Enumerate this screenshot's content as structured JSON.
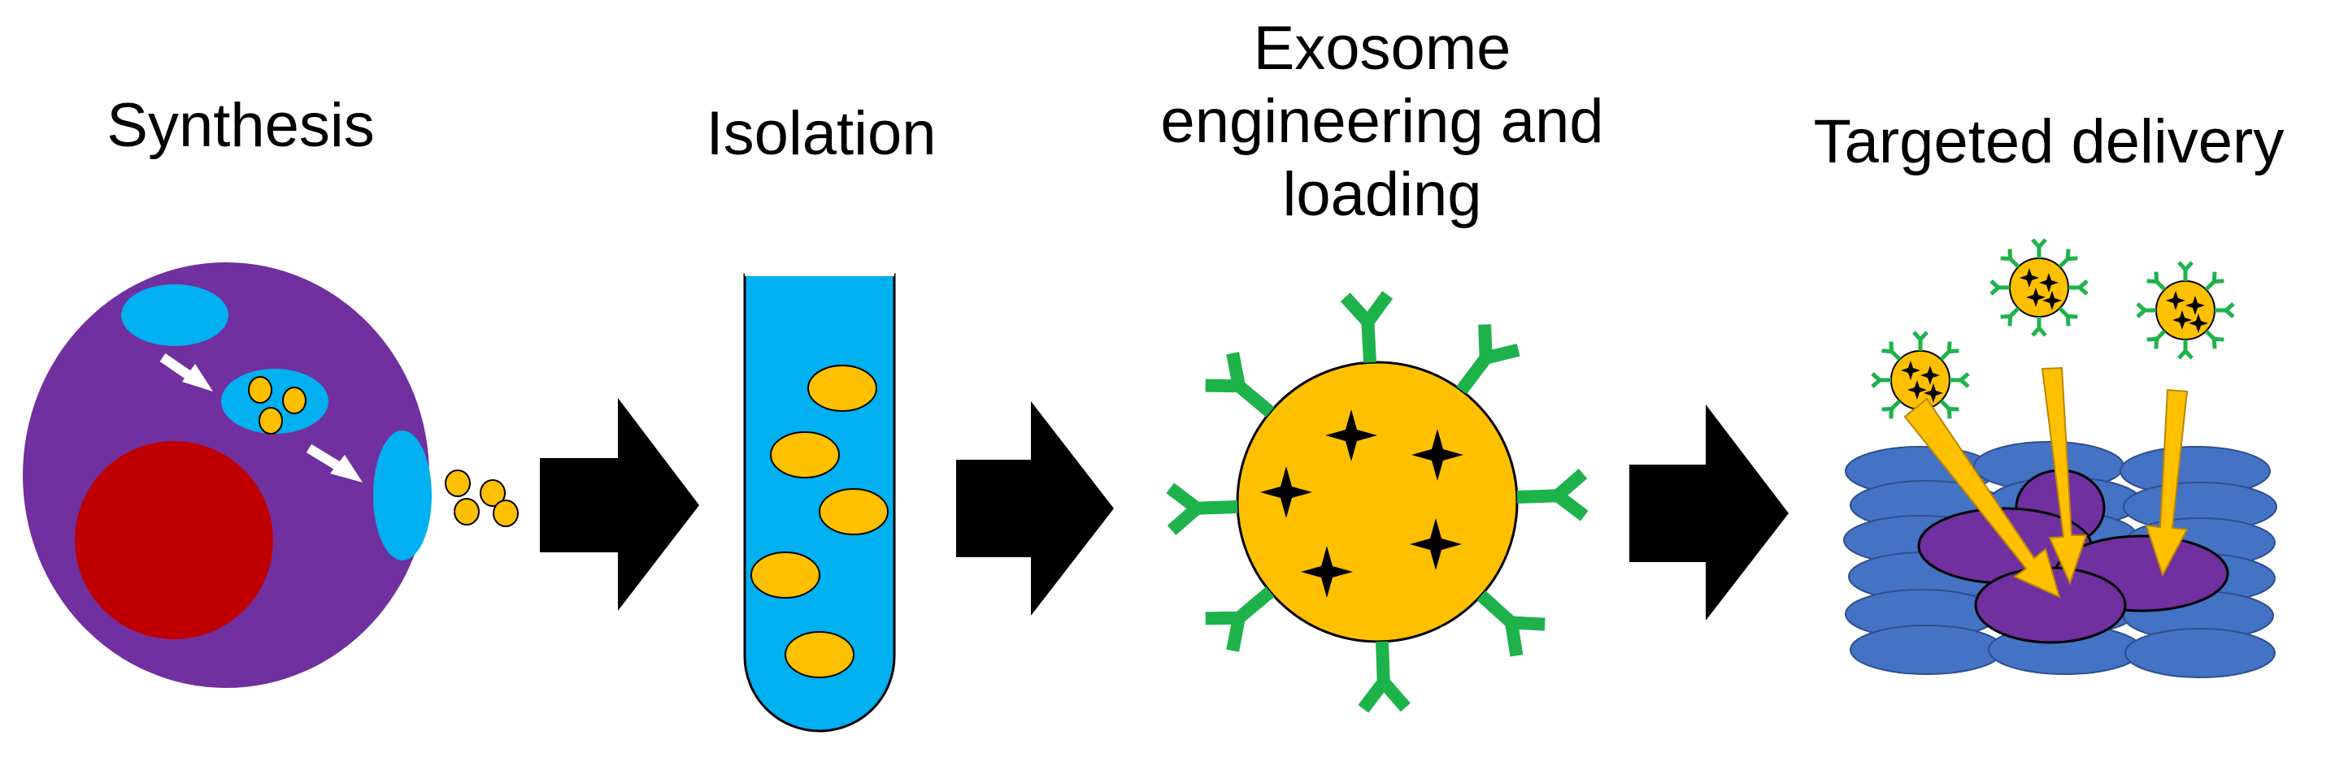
{
  "steps": [
    {
      "title": "Synthesis"
    },
    {
      "title": "Isolation"
    },
    {
      "title": "Exosome\nengineering and\nloading"
    },
    {
      "title": "Targeted delivery"
    }
  ],
  "colors": {
    "cell": "#7030a0",
    "nucleus": "#c00000",
    "endosome": "#00b0f0",
    "exosome": "#ffc000",
    "antibody": "#1db34a",
    "cargo": "#000000",
    "tissue_blue": "#4472c4",
    "target_cell": "#7030a0",
    "arrow": "#000000",
    "white_arrow": "#ffffff"
  },
  "icons": [
    "cell-icon",
    "test-tube-icon",
    "engineered-exosome-icon",
    "tissue-targeting-icon",
    "process-arrow-icon"
  ]
}
